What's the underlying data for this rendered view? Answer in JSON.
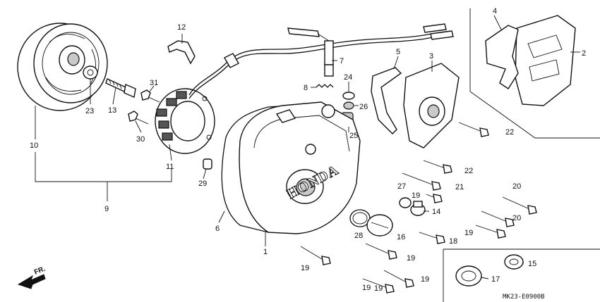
{
  "diagram": {
    "brand_text": "HONDA",
    "direction_label": "FR.",
    "diagram_code": "MK23-E0900B",
    "callouts": {
      "c1": "1",
      "c2": "2",
      "c3": "3",
      "c4": "4",
      "c5": "5",
      "c6": "6",
      "c7": "7",
      "c8": "8",
      "c9": "9",
      "c10": "10",
      "c11": "11",
      "c12": "12",
      "c13": "13",
      "c14": "14",
      "c15": "15",
      "c16": "16",
      "c17": "17",
      "c18": "18",
      "c19a": "19",
      "c19b": "19",
      "c19c": "19",
      "c19d": "19",
      "c19e": "19",
      "c19f": "19",
      "c19g": "19",
      "c20a": "20",
      "c20b": "20",
      "c21": "21",
      "c22a": "22",
      "c22b": "22",
      "c23": "23",
      "c24": "24",
      "c25": "25",
      "c26": "26",
      "c27": "27",
      "c28": "28",
      "c29": "29",
      "c30": "30",
      "c31": "31"
    }
  }
}
